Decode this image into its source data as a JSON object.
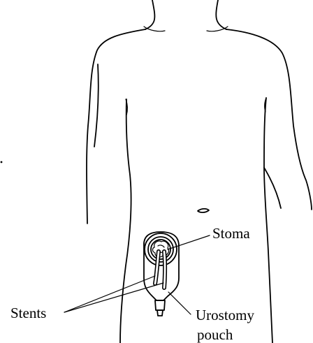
{
  "labels": {
    "stoma": "Stoma",
    "stents": "Stents",
    "pouch_line1": "Urostomy",
    "pouch_line2": "pouch"
  },
  "colors": {
    "ink": "#000000",
    "background": "#ffffff"
  }
}
